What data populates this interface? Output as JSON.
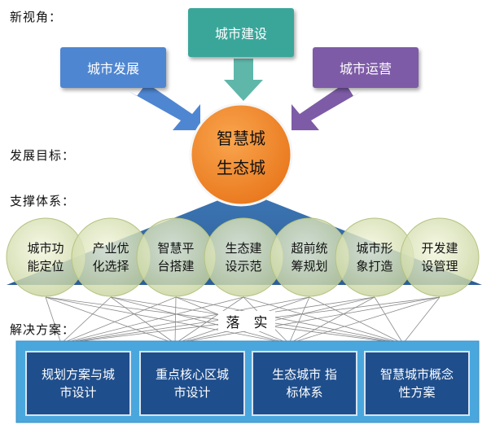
{
  "labels": {
    "new_perspective": "新视角：",
    "development_goal": "发展目标：",
    "support_system": "支撑体系：",
    "solution": "解决方案："
  },
  "perspectives": [
    {
      "text": "城市发展",
      "color": "#4f86d1"
    },
    {
      "text": "城市建设",
      "color": "#3aa69a"
    },
    {
      "text": "城市运营",
      "color": "#7d5ba6"
    }
  ],
  "goal": {
    "line1": "智慧城",
    "line2": "生态城",
    "color": "#f28a2e"
  },
  "supports": [
    {
      "line1": "城市功",
      "line2": "能定位"
    },
    {
      "line1": "产业优",
      "line2": "化选择"
    },
    {
      "line1": "智慧平",
      "line2": "台搭建"
    },
    {
      "line1": "生态建",
      "line2": "设示范"
    },
    {
      "line1": "超前统",
      "line2": "筹规划"
    },
    {
      "line1": "城市形",
      "line2": "象打造"
    },
    {
      "line1": "开发建",
      "line2": "设管理"
    }
  ],
  "implement_text": "落　实",
  "solutions": [
    {
      "line1": "规划方案与城",
      "line2": "市设计"
    },
    {
      "line1": "重点核心区城",
      "line2": "市设计"
    },
    {
      "line1": "生态城市 指",
      "line2": "标体系"
    },
    {
      "line1": "智慧城市概念",
      "line2": "性方案"
    }
  ]
}
